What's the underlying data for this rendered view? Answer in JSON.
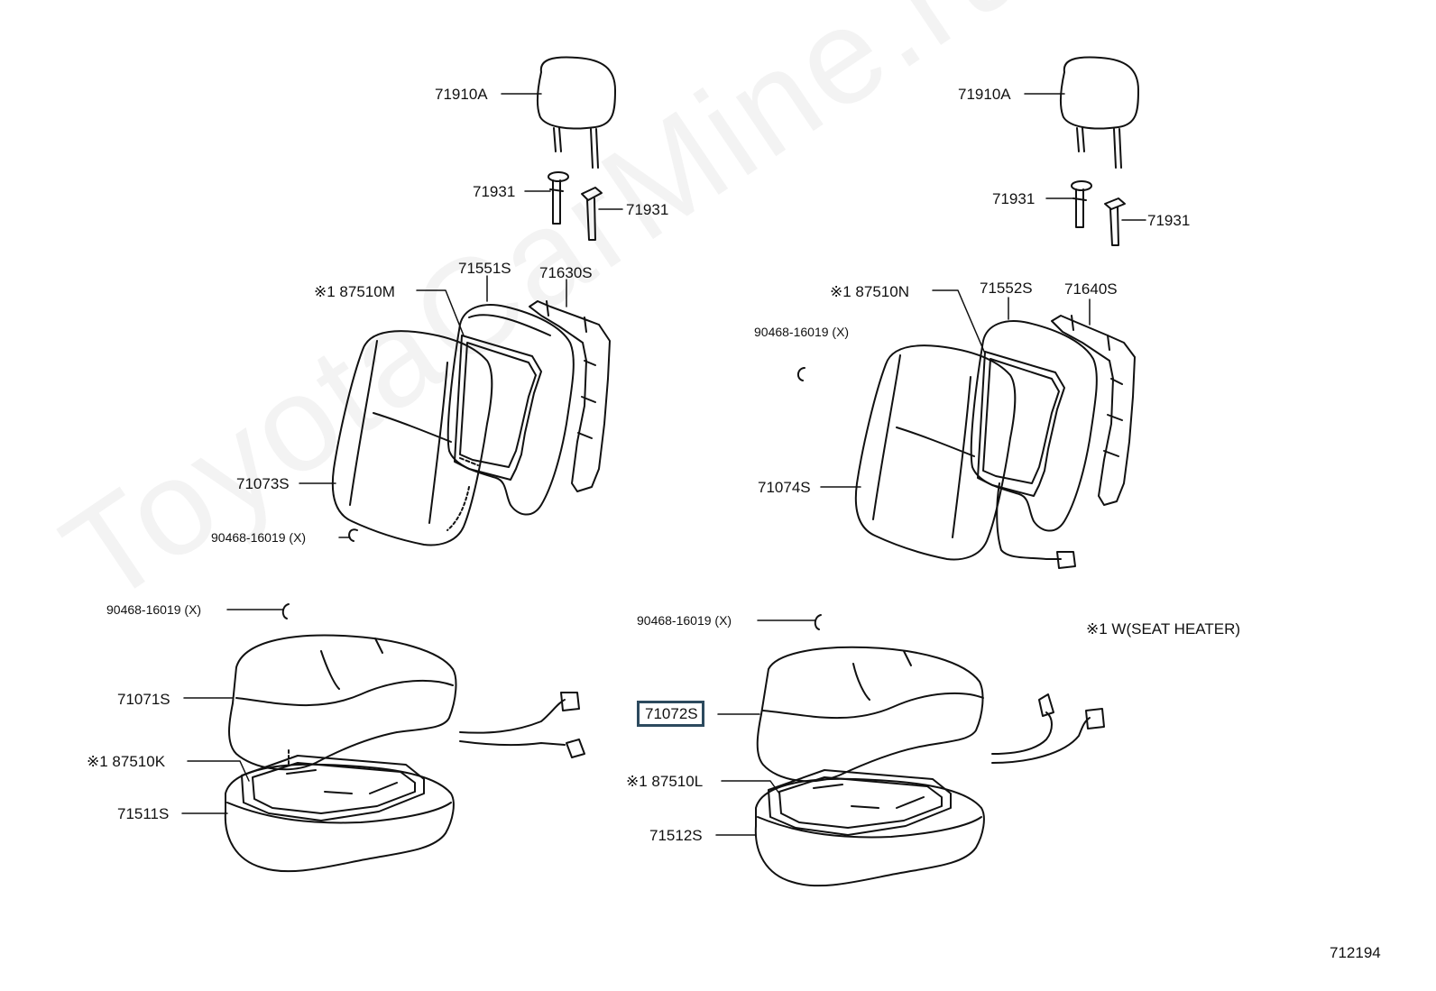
{
  "watermark": "ToyotaCarMine.ru",
  "diagram_id": "712194",
  "note": "※1 W(SEAT HEATER)",
  "left": {
    "headrest": "71910A",
    "guide_a": "71931",
    "guide_b": "71931",
    "back_pad": "71551S",
    "back_frame": "71630S",
    "back_heater": "※1 87510M",
    "back_cover": "71073S",
    "back_ring": "90468-16019 (X)",
    "cushion_ring": "90468-16019 (X)",
    "cushion_cover": "71071S",
    "cushion_heater": "※1  87510K",
    "cushion_pad": "71511S"
  },
  "right": {
    "headrest": "71910A",
    "guide_a": "71931",
    "guide_b": "71931",
    "back_heater": "※1 87510N",
    "back_pad": "71552S",
    "back_frame": "71640S",
    "back_ring": "90468-16019 (X)",
    "back_cover": "71074S",
    "cushion_ring": "90468-16019 (X)",
    "cushion_cover": "71072S",
    "cushion_heater": "※1 87510L",
    "cushion_pad": "71512S"
  }
}
